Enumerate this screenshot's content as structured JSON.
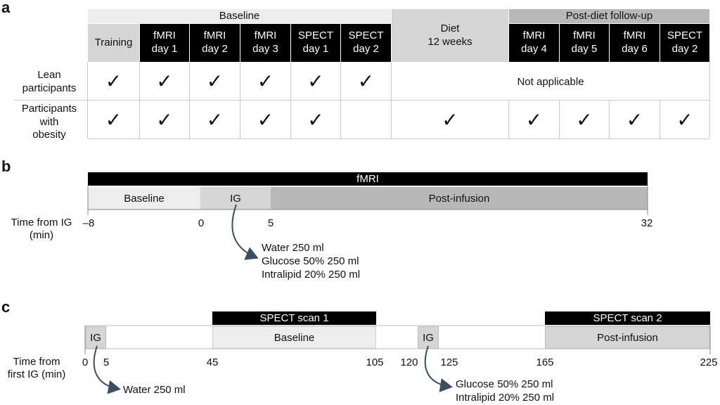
{
  "panels": {
    "a": "a",
    "b": "b",
    "c": "c"
  },
  "table": {
    "groups": {
      "baseline": "Baseline",
      "followup": "Post-diet follow-up"
    },
    "columns": {
      "training": "Training",
      "fmri1": "fMRI\nday 1",
      "fmri2": "fMRI\nday 2",
      "fmri3": "fMRI\nday 3",
      "spect1": "SPECT\nday 1",
      "spect2": "SPECT\nday 2",
      "diet": "Diet\n12 weeks",
      "fmri4": "fMRI\nday 4",
      "fmri5": "fMRI\nday 5",
      "fmri6": "fMRI\nday 6",
      "spect2b": "SPECT\nday 2"
    },
    "rows": {
      "lean": "Lean\nparticipants",
      "obese": "Participants\nwith\nobesity"
    },
    "not_applicable": "Not applicable",
    "check_glyph": "✓",
    "lean_checks": [
      true,
      true,
      true,
      true,
      true,
      true
    ],
    "obese_checks": [
      true,
      true,
      true,
      true,
      true,
      false,
      true,
      true,
      true,
      true,
      true
    ]
  },
  "panel_b": {
    "top_bar": "fMRI",
    "segments": {
      "baseline": "Baseline",
      "ig": "IG",
      "post": "Post-infusion"
    },
    "axis_title": "Time from IG\n(min)",
    "ticks": [
      "–8",
      "0",
      "5",
      "32"
    ],
    "infusions": [
      "Water 250 ml",
      "Glucose 50% 250 ml",
      "Intralipid 20% 250 ml"
    ]
  },
  "panel_c": {
    "scan1": "SPECT scan 1",
    "scan2": "SPECT scan 2",
    "segments": {
      "ig1": "IG",
      "baseline": "Baseline",
      "ig2": "IG",
      "post": "Post-infusion"
    },
    "axis_title": "Time from\nfirst IG (min)",
    "ticks": [
      "0",
      "5",
      "45",
      "105",
      "120",
      "125",
      "165",
      "225"
    ],
    "infusion1": [
      "Water 250 ml"
    ],
    "infusion2": [
      "Glucose 50% 250 ml",
      "Intralipid 20% 250 ml"
    ]
  },
  "colors": {
    "dark": "#000000",
    "gray": "#d5d5d5",
    "light": "#ededed",
    "mid": "#b8b8b8",
    "arrow": "#3d4d63"
  }
}
